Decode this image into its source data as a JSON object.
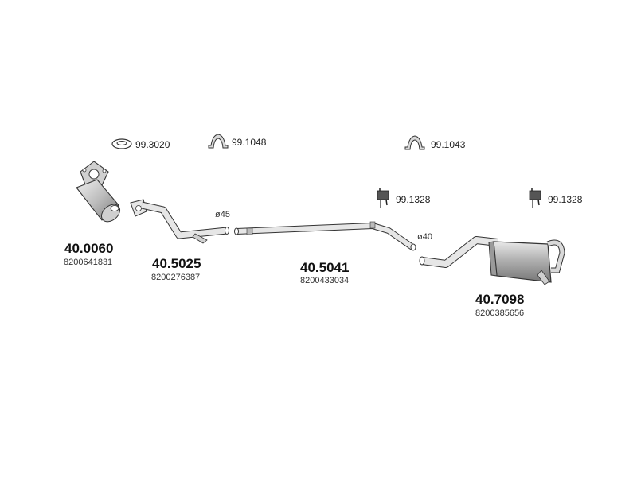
{
  "parts": [
    {
      "number": "40.0060",
      "oem": "8200641831"
    },
    {
      "number": "40.5025",
      "oem": "8200276387"
    },
    {
      "number": "40.5041",
      "oem": "8200433034"
    },
    {
      "number": "40.7098",
      "oem": "8200385656"
    }
  ],
  "accessories": [
    {
      "number": "99.3020"
    },
    {
      "number": "99.1048"
    },
    {
      "number": "99.1043"
    },
    {
      "number": "99.1328"
    },
    {
      "number": "99.1328"
    }
  ],
  "diameters": [
    {
      "label": "ø45"
    },
    {
      "label": "ø40"
    }
  ],
  "colors": {
    "line": "#333333",
    "fill": "#e2e2e2",
    "shade": "#9a9a9a"
  }
}
